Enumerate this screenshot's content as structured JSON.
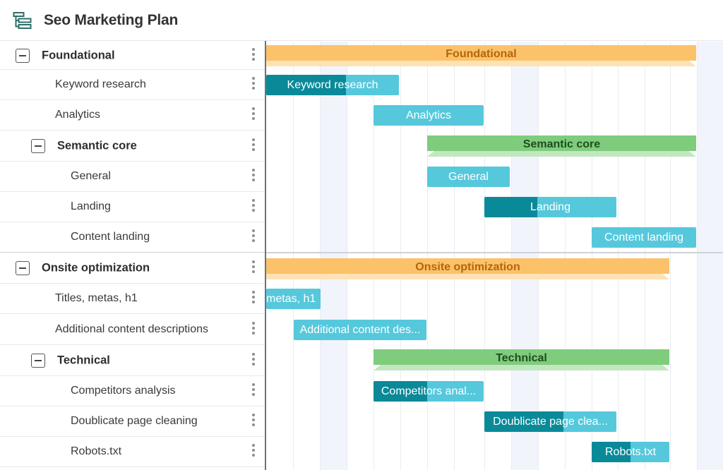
{
  "header": {
    "title": "Seo Marketing Plan",
    "icon": "gantt-icon"
  },
  "tasks": [
    {
      "label": "Foundational",
      "type": "group"
    },
    {
      "label": "Keyword research",
      "type": "task"
    },
    {
      "label": "Analytics",
      "type": "task"
    },
    {
      "label": "Semantic core",
      "type": "subgroup"
    },
    {
      "label": "General",
      "type": "task"
    },
    {
      "label": "Landing",
      "type": "task"
    },
    {
      "label": "Content landing",
      "type": "task"
    },
    {
      "label": "Onsite optimization",
      "type": "group"
    },
    {
      "label": "Titles, metas, h1",
      "type": "task"
    },
    {
      "label": "Additional content descriptions",
      "type": "task"
    },
    {
      "label": "Technical",
      "type": "subgroup"
    },
    {
      "label": "Competitors analysis",
      "type": "task"
    },
    {
      "label": "Doublicate page cleaning",
      "type": "task"
    },
    {
      "label": "Robots.txt",
      "type": "task"
    }
  ],
  "bars": [
    {
      "text": "Foundational",
      "kind": "summary",
      "color": "#fbc26a"
    },
    {
      "text": "Keyword research",
      "kind": "task",
      "progress": 0.6
    },
    {
      "text": "Analytics",
      "kind": "task",
      "progress": 0
    },
    {
      "text": "Semantic core",
      "kind": "summary",
      "color": "#7fcc7c"
    },
    {
      "text": "General",
      "kind": "task",
      "progress": 0
    },
    {
      "text": "Landing",
      "kind": "task",
      "progress": 0.4
    },
    {
      "text": "Content landing",
      "kind": "task",
      "progress": 0
    },
    {
      "text": "Onsite optimization",
      "kind": "summary",
      "color": "#fbc26a"
    },
    {
      "text": "metas, h1",
      "kind": "task",
      "progress": 0
    },
    {
      "text": "Additional content des...",
      "kind": "task",
      "progress": 0
    },
    {
      "text": "Technical",
      "kind": "summary",
      "color": "#7fcc7c"
    },
    {
      "text": "Competitors anal...",
      "kind": "task",
      "progress": 0.5
    },
    {
      "text": "Doublicate page clea...",
      "kind": "task",
      "progress": 0.6
    },
    {
      "text": "Robots.txt",
      "kind": "task",
      "progress": 0.5
    }
  ],
  "colors": {
    "task_bar": "#56c8dc",
    "task_progress": "#0a8a99",
    "summary_orange": "#fbc26a",
    "summary_green": "#7fcc7c"
  }
}
